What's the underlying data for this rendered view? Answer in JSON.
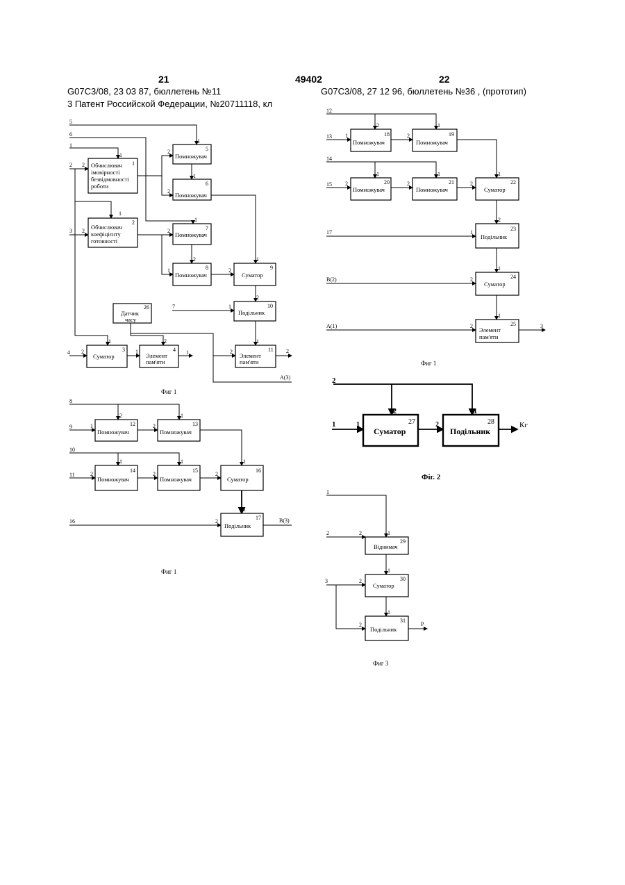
{
  "header": {
    "page_left": "21",
    "page_center": "49402",
    "page_right": "22",
    "left_line1": "G07C3/08, 23 03 87, бюллетень №11",
    "left_line2": "3  Патент Российской Федерации, №20711118, кл",
    "right_line1": "G07C3/08, 27 12 96, бюллетень №36 , (прототип)"
  },
  "fig1a": {
    "caption": "Фиг 1",
    "blocks": {
      "b1": {
        "l1": "Обчислювач",
        "l2": "імовірності",
        "l3": "безвідмовності",
        "l4": "роботи",
        "n": "1"
      },
      "b2": {
        "l1": "Обчислювач",
        "l2": "коефіцієнту",
        "l3": "готовності",
        "n": "2"
      },
      "b3": {
        "label": "Суматор",
        "n": "3"
      },
      "b4": {
        "l1": "Элемент",
        "l2": "пам'яти",
        "n": "4"
      },
      "b5": {
        "label": "Помножувач",
        "n": "5"
      },
      "b6": {
        "label": "Помножувач",
        "n": "6"
      },
      "b7": {
        "label": "Помножувач",
        "n": "7"
      },
      "b8": {
        "label": "Помножувач",
        "n": "8"
      },
      "b9": {
        "label": "Суматор",
        "n": "9"
      },
      "b10": {
        "label": "Подільник",
        "n": "10"
      },
      "b11": {
        "l1": "Элемент",
        "l2": "пам'яти",
        "n": "11"
      },
      "b26": {
        "l1": "Датчик",
        "l2": "часу",
        "n": "26"
      }
    },
    "inputs": [
      "1",
      "2",
      "3",
      "4",
      "5",
      "6",
      "7"
    ],
    "outputs": {
      "o1": "1",
      "o2": "2",
      "o3": "A(3)"
    }
  },
  "fig1b": {
    "caption": "Фиг 1",
    "blocks": {
      "b12": {
        "label": "Помножувач",
        "n": "12"
      },
      "b13": {
        "label": "Помножувач",
        "n": "13"
      },
      "b14": {
        "label": "Помножувач",
        "n": "14"
      },
      "b15": {
        "label": "Помножувач",
        "n": "15"
      },
      "b16": {
        "label": "Суматор",
        "n": "16"
      },
      "b17": {
        "label": "Подільник",
        "n": "17"
      }
    },
    "inputs": [
      "8",
      "9",
      "10",
      "11",
      "16"
    ],
    "output": "B(3)"
  },
  "fig1c": {
    "caption": "Фиг 1",
    "blocks": {
      "b18": {
        "label": "Помножувач",
        "n": "18"
      },
      "b19": {
        "label": "Помножувач",
        "n": "19"
      },
      "b20": {
        "label": "Помножувач",
        "n": "20"
      },
      "b21": {
        "label": "Помножувач",
        "n": "21"
      },
      "b22": {
        "label": "Суматор",
        "n": "22"
      },
      "b23": {
        "label": "Подільник",
        "n": "23"
      },
      "b24": {
        "label": "Суматор",
        "n": "24"
      },
      "b25": {
        "l1": "Элемент",
        "l2": "пам'яти",
        "n": "25"
      }
    },
    "inputs": [
      "12",
      "13",
      "14",
      "15",
      "17",
      "B(2)",
      "A(1)"
    ],
    "output": "3"
  },
  "fig2": {
    "caption": "Фіг. 2",
    "blocks": {
      "b27": {
        "label": "Суматор",
        "n": "27"
      },
      "b28": {
        "label": "Подільник",
        "n": "28"
      }
    },
    "inputs": [
      "1",
      "2"
    ],
    "output": "Кг"
  },
  "fig3": {
    "caption": "Фиг 3",
    "blocks": {
      "b29": {
        "label": "Віднимач",
        "n": "29"
      },
      "b30": {
        "label": "Суматор",
        "n": "30"
      },
      "b31": {
        "label": "Подільник",
        "n": "31"
      }
    },
    "inputs": [
      "1",
      "2",
      "3"
    ],
    "output": "P"
  }
}
